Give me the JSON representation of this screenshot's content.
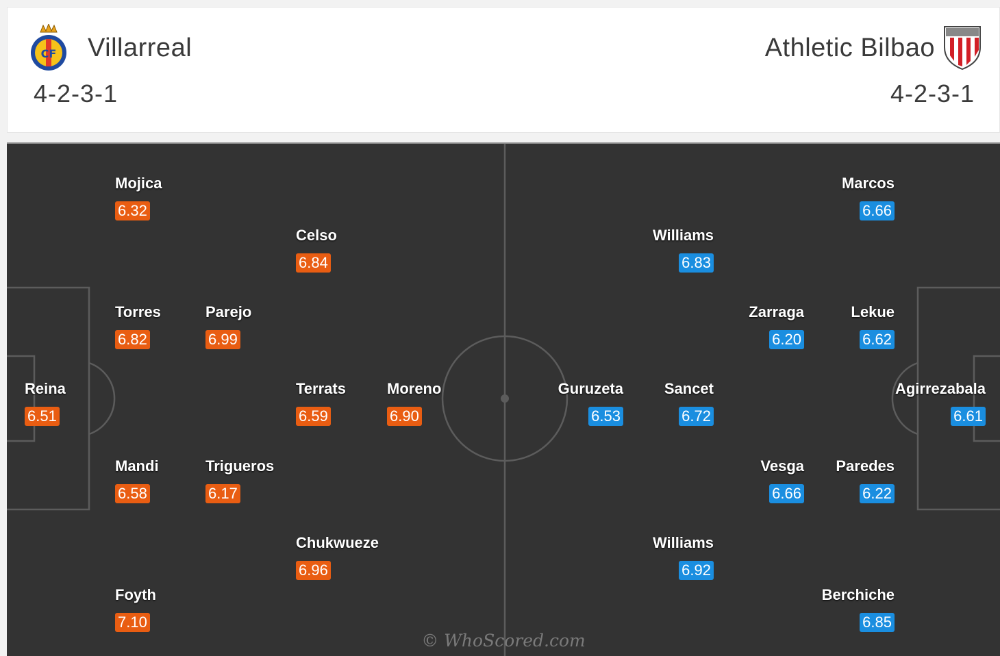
{
  "home": {
    "name": "Villarreal",
    "formation": "4-2-3-1",
    "crest_icon": "villarreal-crest-icon",
    "crest_text": "CF",
    "color": "#e95d12",
    "players": [
      {
        "name": "Reina",
        "rating": "6.51"
      },
      {
        "name": "Mojica",
        "rating": "6.32"
      },
      {
        "name": "Torres",
        "rating": "6.82"
      },
      {
        "name": "Mandi",
        "rating": "6.58"
      },
      {
        "name": "Foyth",
        "rating": "7.10"
      },
      {
        "name": "Parejo",
        "rating": "6.99"
      },
      {
        "name": "Trigueros",
        "rating": "6.17"
      },
      {
        "name": "Celso",
        "rating": "6.84"
      },
      {
        "name": "Terrats",
        "rating": "6.59"
      },
      {
        "name": "Chukwueze",
        "rating": "6.96"
      },
      {
        "name": "Moreno",
        "rating": "6.90"
      }
    ]
  },
  "away": {
    "name": "Athletic Bilbao",
    "formation": "4-2-3-1",
    "crest_icon": "athletic-bilbao-crest-icon",
    "color": "#1a8ee0",
    "players": [
      {
        "name": "Agirrezabala",
        "rating": "6.61"
      },
      {
        "name": "Marcos",
        "rating": "6.66"
      },
      {
        "name": "Lekue",
        "rating": "6.62"
      },
      {
        "name": "Paredes",
        "rating": "6.22"
      },
      {
        "name": "Berchiche",
        "rating": "6.85"
      },
      {
        "name": "Zarraga",
        "rating": "6.20"
      },
      {
        "name": "Vesga",
        "rating": "6.66"
      },
      {
        "name": "Williams",
        "rating": "6.83"
      },
      {
        "name": "Sancet",
        "rating": "6.72"
      },
      {
        "name": "Williams",
        "rating": "6.92"
      },
      {
        "name": "Guruzeta",
        "rating": "6.53"
      }
    ]
  },
  "watermark": "© WhoScored.com"
}
